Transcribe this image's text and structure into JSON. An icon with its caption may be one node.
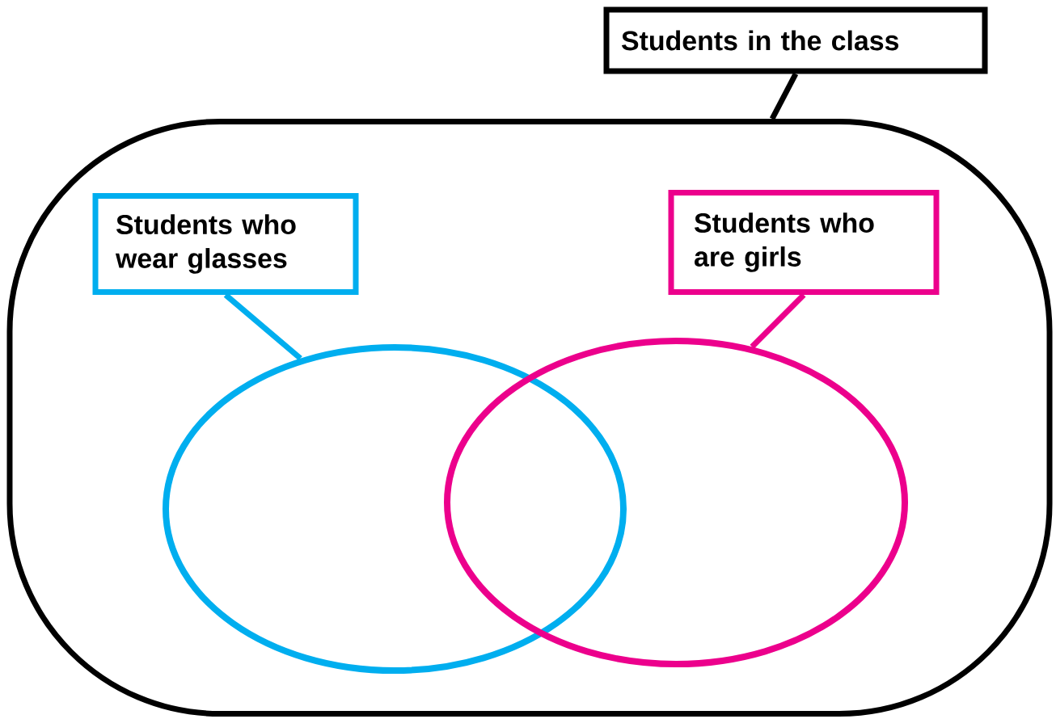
{
  "diagram": {
    "nodes": [
      {
        "text": [
          "Students in the class"
        ]
      },
      {
        "text": [],
        "shape": "box"
      },
      {
        "text": [
          "Students who wear glasses"
        ],
        "in": 1
      },
      {
        "text": [
          "Students who are girls"
        ],
        "in": 1
      },
      {
        "text": [],
        "shape": "circle",
        "in": 1
      },
      {
        "text": [],
        "shape": "circle",
        "in": 1
      }
    ],
    "edges": [
      {
        "from": 0,
        "to": 1,
        "arrow": "none"
      },
      {
        "from": 2,
        "to": 4,
        "arrow": "none",
        "color": "#00aeef"
      },
      {
        "from": 3,
        "to": 5,
        "arrow": "none",
        "color": "#ec008c"
      }
    ]
  }
}
